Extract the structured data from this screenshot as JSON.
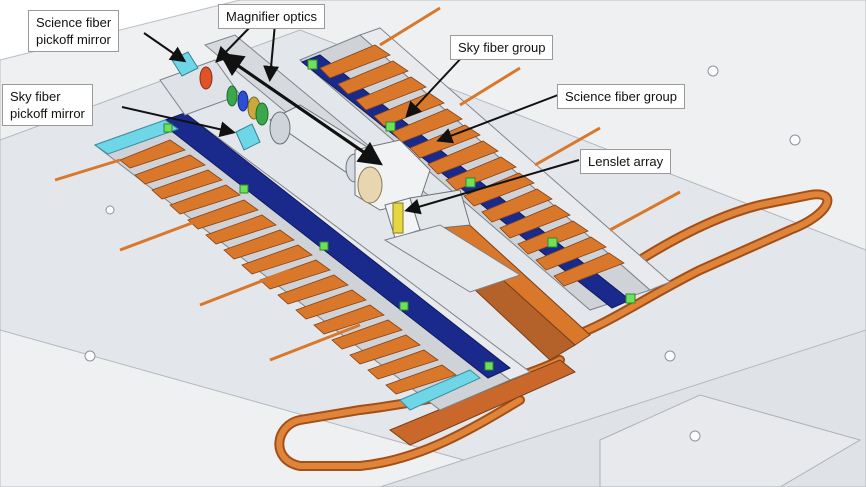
{
  "labels": {
    "science_pickoff": [
      "Science fiber",
      "pickoff mirror"
    ],
    "magnifier": "Magnifier optics",
    "sky_pickoff": [
      "Sky fiber",
      "pickoff mirror"
    ],
    "sky_group": "Sky fiber group",
    "science_group": "Science fiber group",
    "lenslet": "Lenslet array"
  },
  "colors": {
    "fiber_orange": "#d9772b",
    "fiber_dark": "#a34f18",
    "holder_blue": "#1a2a8c",
    "marker_green": "#6ee05a",
    "mirror_cyan": "#6fd6e8",
    "plate_gray": "#e9ebee",
    "lens_yellow": "#e6d640"
  }
}
